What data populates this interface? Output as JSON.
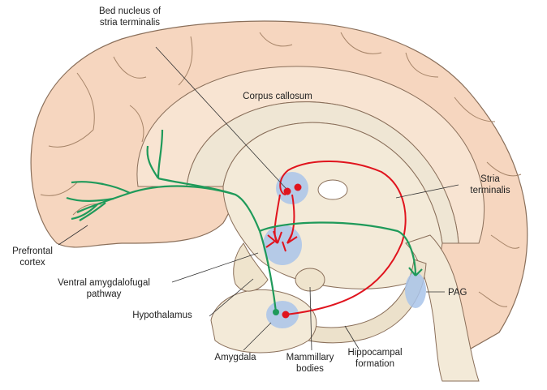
{
  "labels": {
    "bed_nucleus": [
      "Bed nucleus of",
      "stria terminalis"
    ],
    "corpus_callosum": "Corpus callosum",
    "stria_terminalis": [
      "Stria",
      "terminalis"
    ],
    "prefrontal_cortex": [
      "Prefrontal",
      "cortex"
    ],
    "ventral_pathway": [
      "Ventral amygdalofugal",
      "pathway"
    ],
    "pag": "PAG",
    "hypothalamus": "Hypothalamus",
    "amygdala": "Amygdala",
    "mammillary_bodies": [
      "Mammillary",
      "bodies"
    ],
    "hippocampal_formation": [
      "Hippocampal",
      "formation"
    ]
  },
  "colors": {
    "cortex_fill": "#f6d6bf",
    "cortex_outline": "#8a6f5a",
    "inner_fill": "#f3ead8",
    "highlight_fill": "#a9c4ea",
    "red_pathway": "#e0141e",
    "green_pathway": "#1f9a5a"
  }
}
